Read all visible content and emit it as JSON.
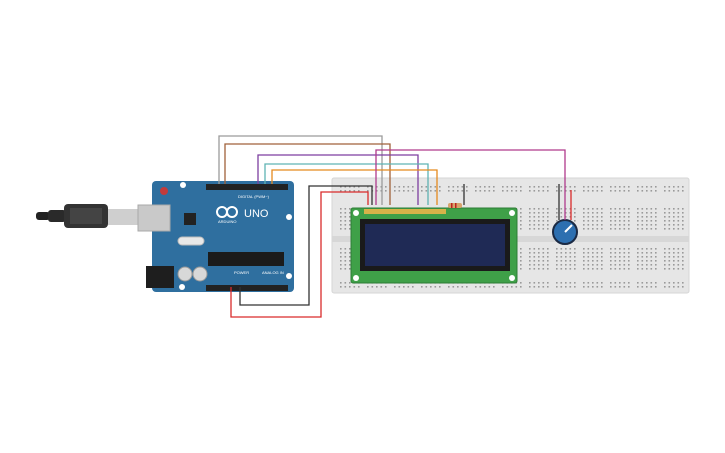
{
  "circuit": {
    "arduino": {
      "brand": "ARDUINO",
      "model": "UNO",
      "digital_label": "DIGITAL (PWM~)",
      "power_label": "POWER",
      "analog_label": "ANALOG IN"
    },
    "colors": {
      "board": "#2f6f9f",
      "breadboard": "#e6e6e6",
      "lcd_pcb": "#3fa048",
      "lcd_screen": "#1f2a55",
      "wire_red": "#d92b2b",
      "wire_black": "#333333",
      "wire_gray": "#9b9b9b",
      "wire_brown": "#a0613a",
      "wire_purple": "#7d3fa0",
      "wire_teal": "#5fb3b3",
      "wire_orange": "#e58a1f",
      "wire_magenta": "#b03a8c",
      "potentiometer": "#2d6fb0"
    },
    "icons": [
      "usb-cable-icon",
      "arduino-logo-icon",
      "potentiometer-knob-icon"
    ]
  }
}
